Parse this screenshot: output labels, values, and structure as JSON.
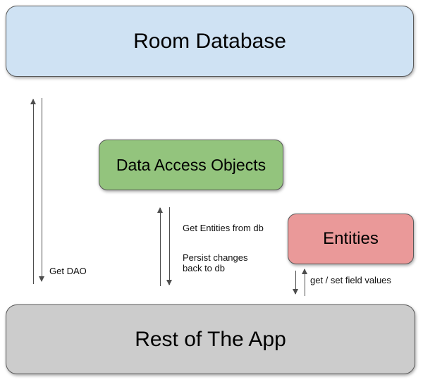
{
  "diagram": {
    "background": "#ffffff",
    "line_color": "#4d4d4d",
    "border_color": "#595959",
    "nodes": [
      {
        "id": "room-database",
        "label": "Room Database",
        "fill": "#cfe2f3"
      },
      {
        "id": "data-access-objects",
        "label": "Data Access Objects",
        "fill": "#93c47d"
      },
      {
        "id": "entities",
        "label": "Entities",
        "fill": "#ea9999"
      },
      {
        "id": "rest-of-the-app",
        "label": "Rest of The App",
        "fill": "#cccccc"
      }
    ],
    "edges": [
      {
        "id": "get-dao",
        "label": "Get DAO",
        "between": [
          "Rest of The App",
          "Room Database"
        ],
        "arrows": "paired one-way arrows (up and down)"
      },
      {
        "id": "dao-entity-flow",
        "label_up": "Get Entities from db",
        "label_down": "Persist changes back to db",
        "between": [
          "Rest of The App",
          "Data Access Objects"
        ],
        "arrows": "paired one-way arrows (up and down)"
      },
      {
        "id": "field-values",
        "label": "get / set field values",
        "between": [
          "Rest of The App",
          "Entities"
        ],
        "arrows": "paired one-way arrows (up and down)"
      }
    ]
  }
}
